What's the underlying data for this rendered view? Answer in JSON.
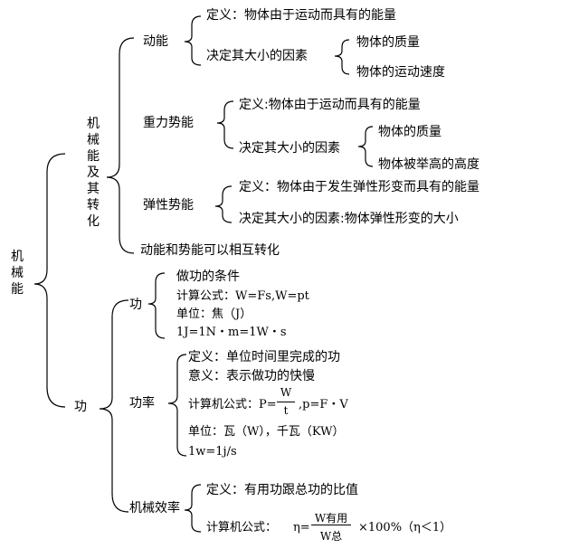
{
  "root": {
    "label": "机械能"
  },
  "mech": {
    "label": "机械能及其转化",
    "kinetic": {
      "label": "动能",
      "def": "定义：物体由于运动而具有的能量",
      "factors": "决定其大小的因素",
      "f1": "物体的质量",
      "f2": "物体的运动速度"
    },
    "gravity": {
      "label": "重力势能",
      "def": "定义:物体由于运动而具有的能量",
      "factors": "决定其大小的因素",
      "f1": "物体的质量",
      "f2": "物体被举高的高度"
    },
    "elastic": {
      "label": "弹性势能",
      "def": "定义：物体由于发生弹性形变而具有的能量",
      "factors": "决定其大小的因素:物体弹性形变的大小"
    },
    "convert": "动能和势能可以相互转化"
  },
  "work": {
    "label": "功",
    "work": {
      "label": "功",
      "cond": "做功的条件",
      "formula": "计算公式：W=Fs,W=pt",
      "unit": "单位：焦（J）",
      "conv": "1J=1N・m=1W・s"
    },
    "power": {
      "label": "功率",
      "def": "定义：单位时间里完成的功",
      "meaning": "意义：表示做功的快慢",
      "formula_prefix": "计算机公式：P=",
      "formula_num": "W",
      "formula_den": "t",
      "formula_suffix": ",p=F・V",
      "unit": "单位：瓦（W），千瓦（KW）",
      "conv": "1w=1j/s"
    },
    "efficiency": {
      "label": "机械效率",
      "def": "定义：有用功跟总功的比值",
      "formula_prefix": "计算机公式：",
      "eta": "η=",
      "num": "W有用",
      "den": "W总",
      "formula_suffix": "×100%（η＜1）"
    }
  }
}
